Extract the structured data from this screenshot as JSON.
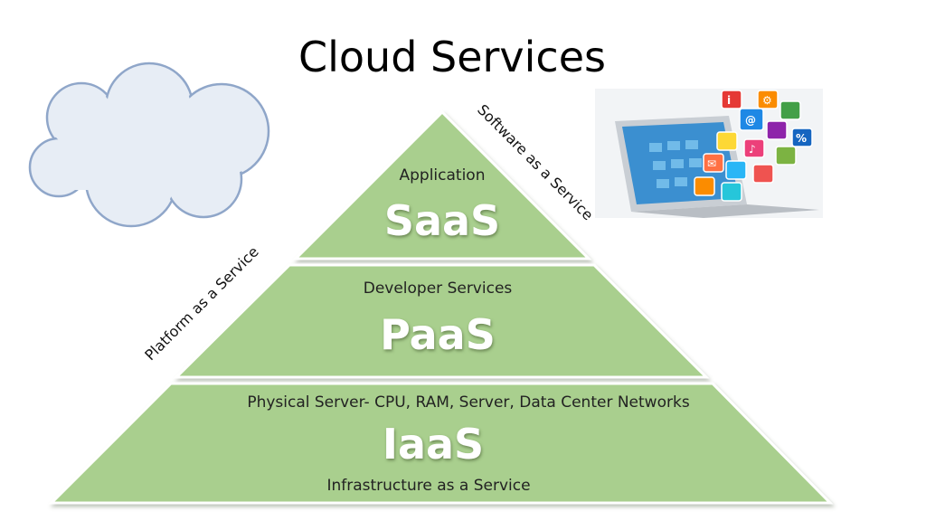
{
  "title": "Cloud Services",
  "colors": {
    "layer_fill": "#a9cf8e",
    "layer_stroke": "#ffffff",
    "cloud_fill": "#e7edf5",
    "cloud_stroke": "#8fa6c9",
    "big_text": "#ffffff"
  },
  "layers": [
    {
      "label": "Application",
      "name": "SaaS"
    },
    {
      "label": "Developer Services",
      "name": "PaaS"
    },
    {
      "label": "Physical Server- CPU, RAM, Server, Data Center Networks",
      "name": "IaaS",
      "footer": "Infrastructure as a Service"
    }
  ],
  "side_labels": {
    "left": "Platform as a Service",
    "right": "Software as a Service"
  },
  "laptop_badges": [
    "i",
    "@",
    "♪",
    "%",
    "✉",
    "⚙"
  ],
  "icons": {
    "cloud": "cloud-icon",
    "laptop": "laptop-apps-icon"
  }
}
